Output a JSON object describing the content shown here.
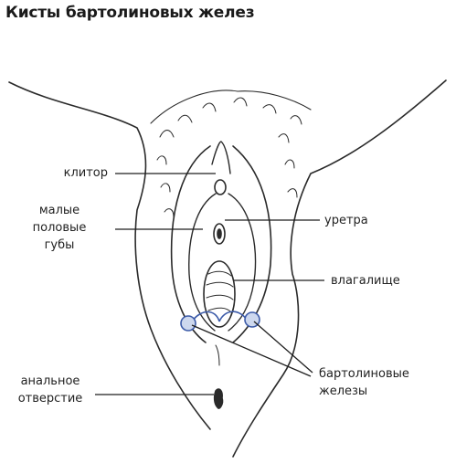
{
  "title": "Кисты бартолиновых желез",
  "labels": {
    "clitoris": "клитор",
    "labia_line1": "малые",
    "labia_line2": "половые",
    "labia_line3": "губы",
    "urethra": "уретра",
    "vagina": "влагалище",
    "glands_line1": "бартолиновые",
    "glands_line2": "железы",
    "anus_line1": "анальное",
    "anus_line2": "отверстие"
  },
  "colors": {
    "line": "#1f1f1f",
    "gland_fill": "#cdd8ee",
    "gland_stroke": "#3b5aa8"
  }
}
